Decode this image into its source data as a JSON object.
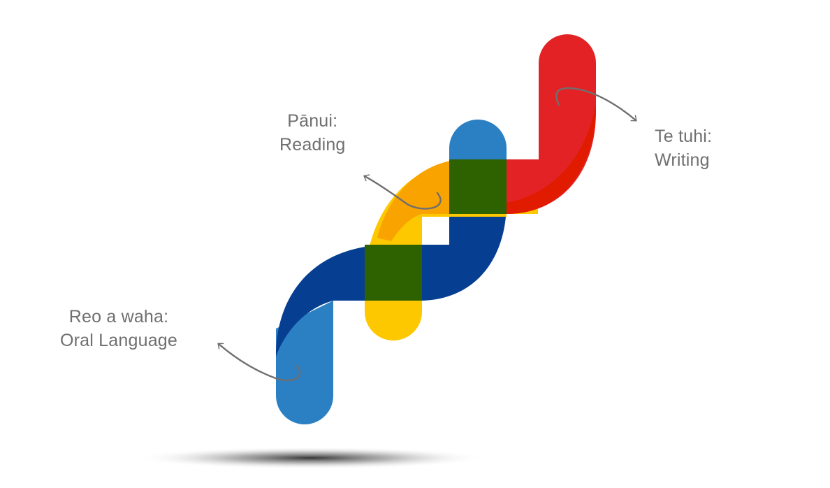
{
  "labels": {
    "reading": {
      "line1": "Pānui:",
      "line2": "Reading"
    },
    "writing": {
      "line1": "Te tuhi:",
      "line2": "Writing"
    },
    "oral": {
      "line1": "Reo a waha:",
      "line2": "Oral Language"
    }
  },
  "colors": {
    "blue": "#2b7fc3",
    "dark_blue": "#063f92",
    "yellow": "#fdc800",
    "orange": "#f9a300",
    "red": "#e32225",
    "dark_red": "#e01b00",
    "green": "#2e6100",
    "arrow": "#6f6f6f",
    "text": "#6f6f6f"
  }
}
